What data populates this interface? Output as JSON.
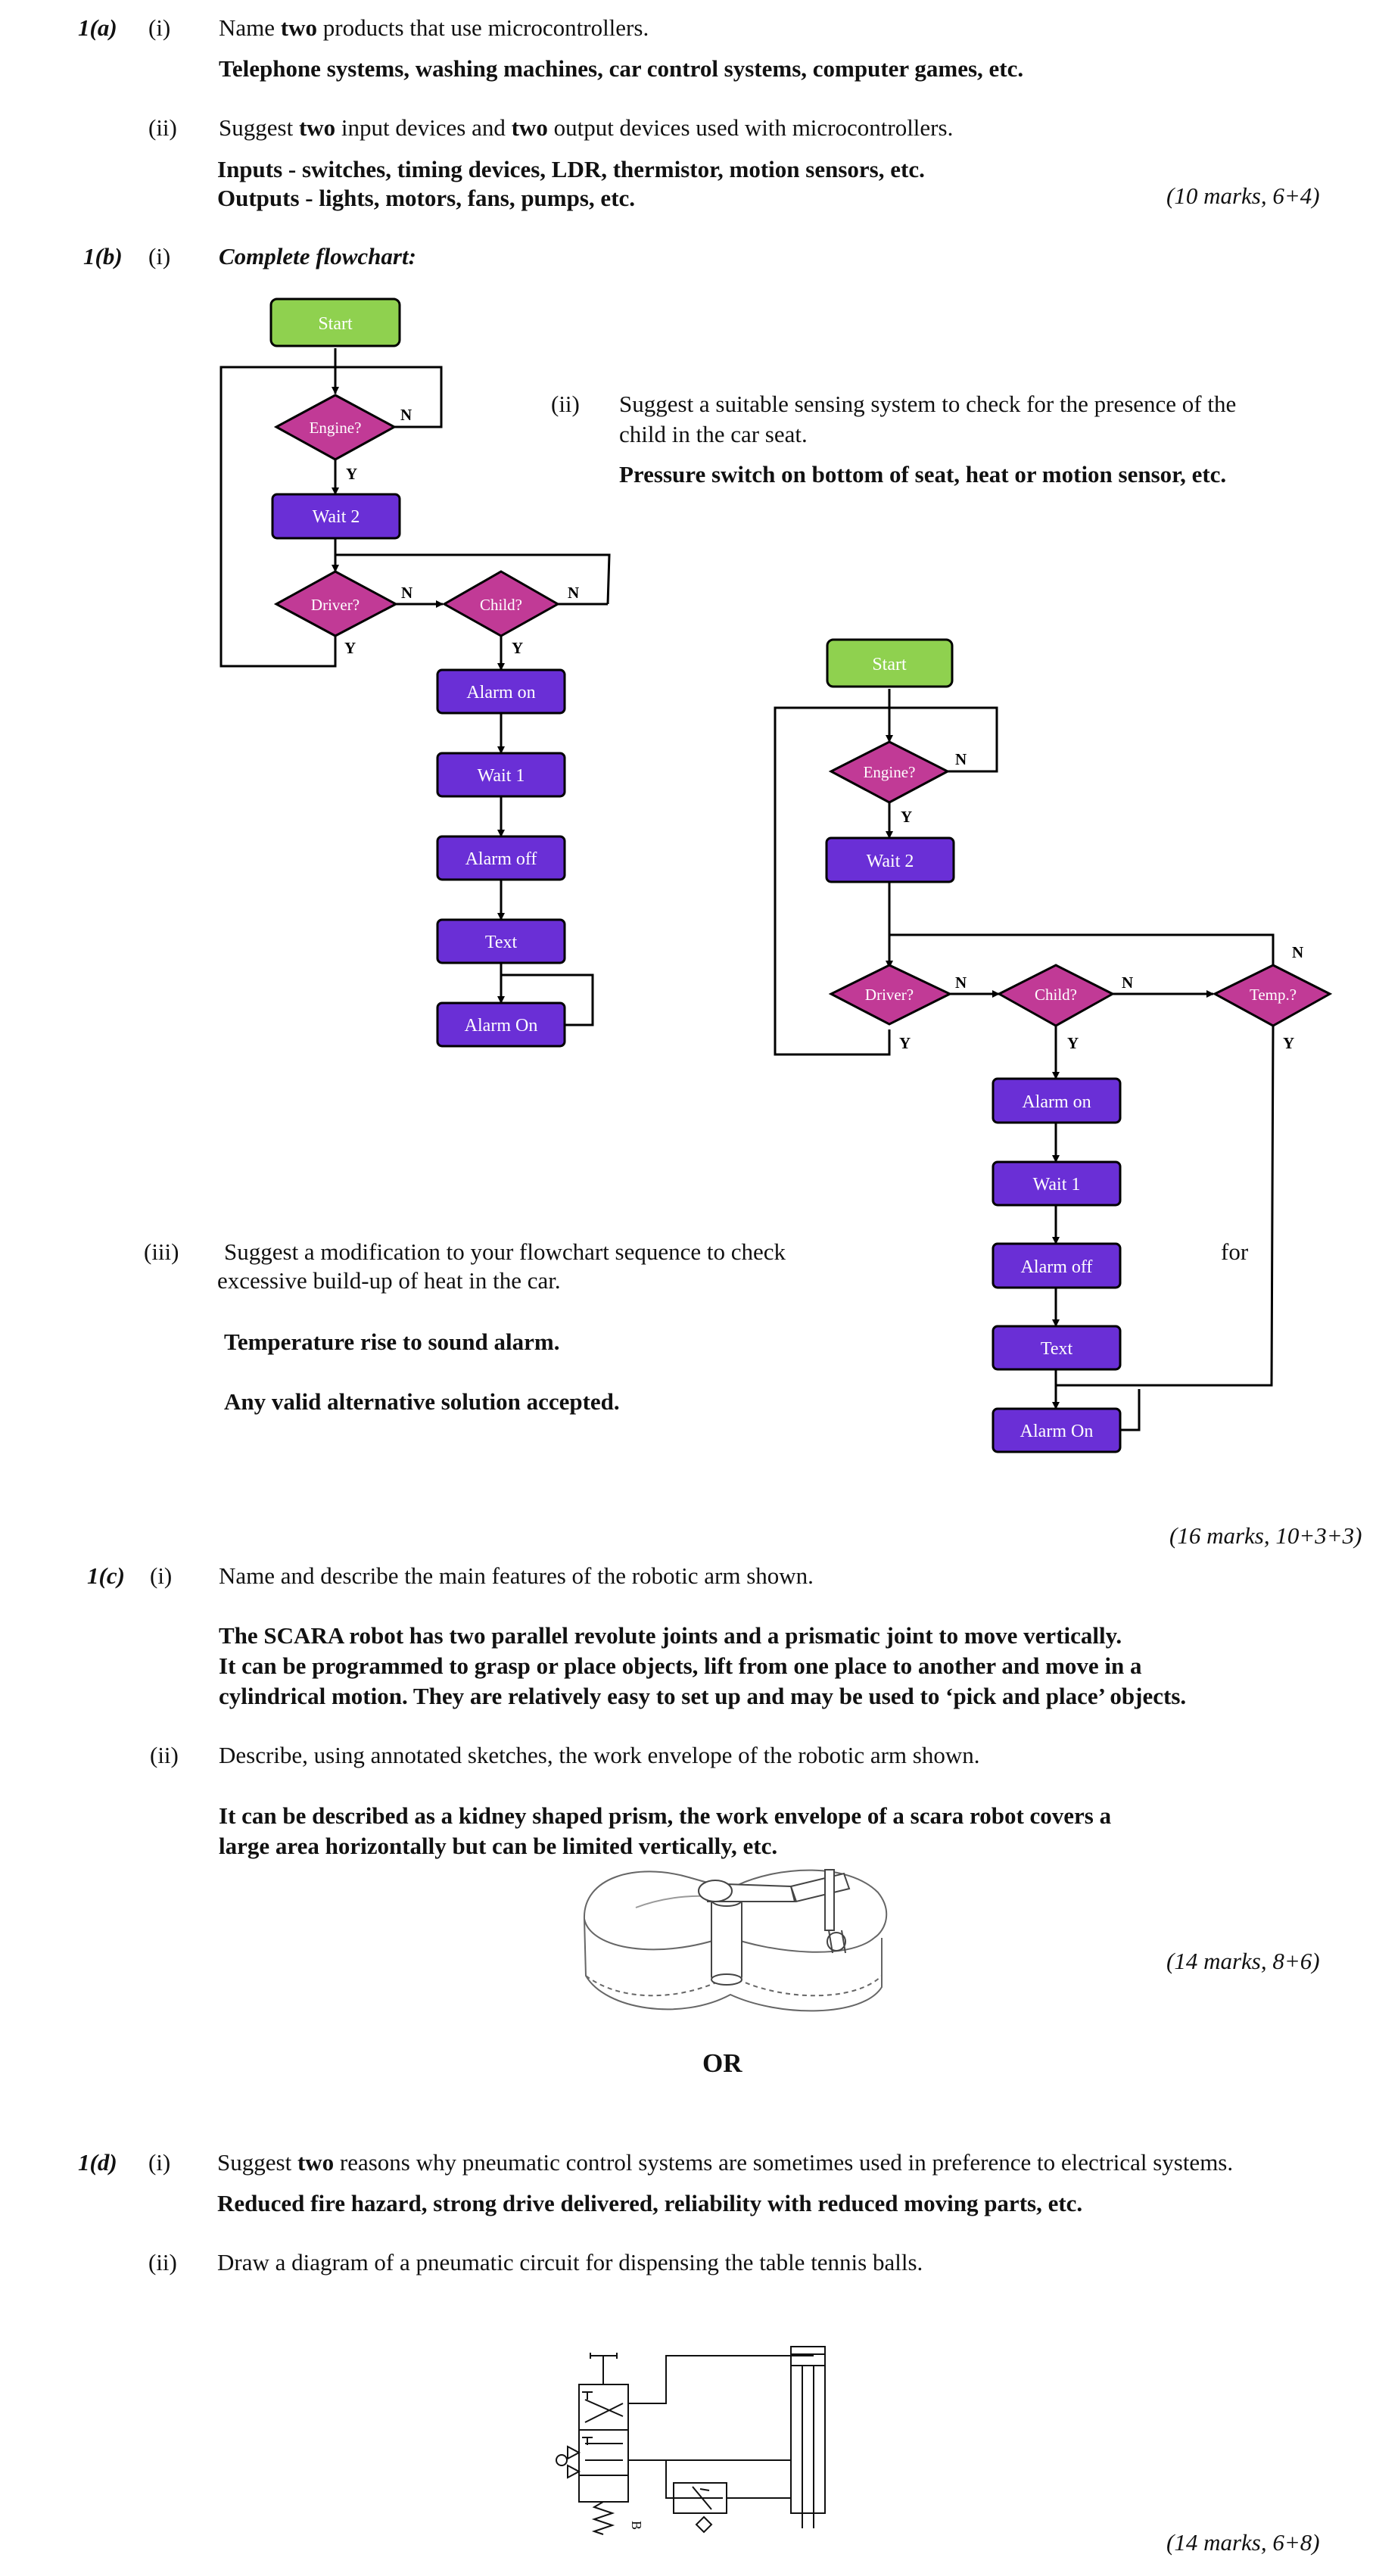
{
  "q1a": {
    "num": "1(a)",
    "p1": {
      "roman": "(i)",
      "pre": "Name ",
      "bold": "two",
      "post": " products that use microcontrollers.",
      "answer": "Telephone systems, washing machines, car control systems, computer games, etc."
    },
    "p2": {
      "roman": "(ii)",
      "pre": "Suggest ",
      "bold1": "two",
      "mid": " input devices and ",
      "bold2": "two",
      "post": " output devices used with microcontrollers.",
      "answer1": "Inputs - switches, timing devices, LDR, thermistor, motion sensors, etc.",
      "answer2": "Outputs - lights, motors, fans, pumps, etc."
    },
    "marks": "(10 marks, 6+4)"
  },
  "q1b": {
    "num": "1(b)",
    "p1": {
      "roman": "(i)",
      "title": "Complete flowchart:"
    },
    "p2": {
      "roman": "(ii)",
      "line1": "Suggest a suitable sensing system to check for the presence of the",
      "line2": "child in the car seat.",
      "answer": "Pressure switch on bottom of seat, heat or motion sensor, etc."
    },
    "p3": {
      "roman": "(iii)",
      "line1": "Suggest a modification to your flowchart sequence to check",
      "line1b": "for",
      "line2": "excessive build-up of heat in the car.",
      "answer1": "Temperature rise to sound alarm.",
      "answer2": "Any valid alternative solution accepted."
    },
    "marks_partial": "(16 marks, 10+3+3)",
    "flow1": {
      "start": "Start",
      "engine": "Engine?",
      "wait2": "Wait 2",
      "driver": "Driver?",
      "child": "Child?",
      "alarm_on": "Alarm on",
      "wait1": "Wait 1",
      "alarm_off": "Alarm off",
      "text": "Text",
      "alarm_on2": "Alarm On",
      "n": "N",
      "y": "Y"
    },
    "flow2": {
      "start": "Start",
      "engine": "Engine?",
      "wait2": "Wait 2",
      "driver": "Driver?",
      "child": "Child?",
      "temp": "Temp.?",
      "alarm_on": "Alarm on",
      "wait1": "Wait 1",
      "alarm_off": "Alarm off",
      "text": "Text",
      "alarm_on2": "Alarm On",
      "n": "N",
      "y": "Y"
    },
    "colors": {
      "start": "#8fd14f",
      "process": "#6a2fd6",
      "decision": "#c13a96",
      "line": "#000000"
    }
  },
  "q1c": {
    "num": "1(c)",
    "p1": {
      "roman": "(i)",
      "text": "Name and describe the main features of the robotic arm shown.",
      "answer1": "The SCARA robot has two parallel revolute joints and a prismatic joint to move vertically.",
      "answer2": "It can be programmed to grasp or place objects, lift from one place to another and move in a",
      "answer3": "cylindrical motion. They are relatively easy to set up and may be used to ‘pick and place’ objects."
    },
    "p2": {
      "roman": "(ii)",
      "text": "Describe, using annotated sketches, the work envelope of the robotic arm shown.",
      "answer1": "It can be described as a kidney shaped prism, the work envelope of a scara robot covers a",
      "answer2": "large area horizontally but can be limited vertically, etc."
    },
    "marks": "(14 marks, 8+6)"
  },
  "or": "OR",
  "q1d": {
    "num": "1(d)",
    "p1": {
      "roman": "(i)",
      "pre": "Suggest ",
      "bold": "two",
      "post": " reasons why pneumatic control systems are sometimes used in preference to electrical systems.",
      "answer": "Reduced fire hazard, strong drive delivered, reliability with reduced moving parts, etc."
    },
    "p2": {
      "roman": "(ii)",
      "text": "Draw a diagram of a pneumatic circuit for dispensing the table tennis balls.",
      "label_b": "B"
    },
    "marks": "(14 marks, 6+8)"
  }
}
